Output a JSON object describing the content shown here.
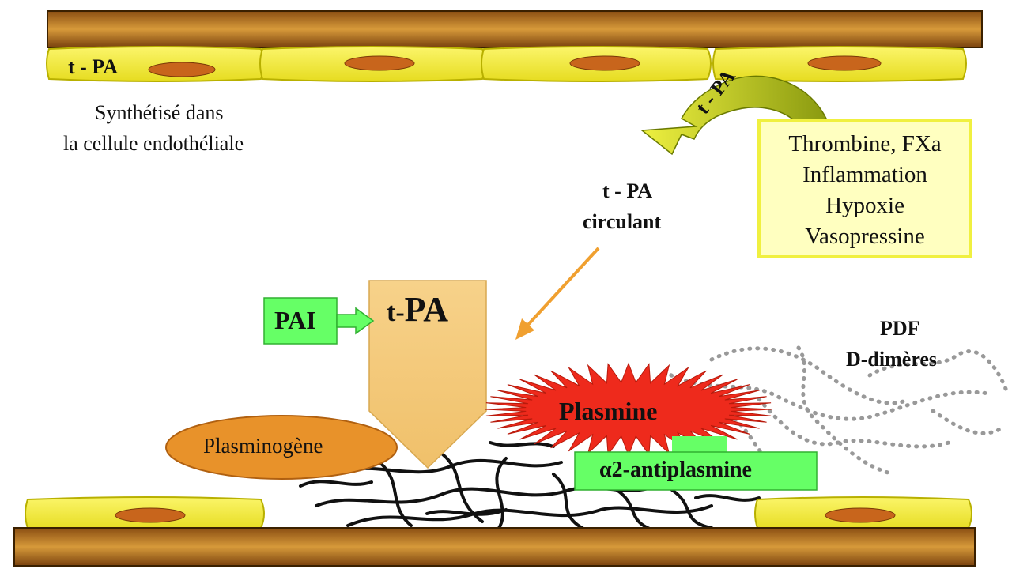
{
  "labels": {
    "tpa_top": "t - PA",
    "synth_line1": "Synthétisé dans",
    "synth_line2": "la cellule endothéliale",
    "tpa_arrow": "t - PA",
    "tpa_circ_line1": "t - PA",
    "tpa_circ_line2": "circulant",
    "stimuli": [
      "Thrombine, FXa",
      "Inflammation",
      "Hypoxie",
      "Vasopressine"
    ],
    "pai": "PAI",
    "tpa_block_prefix": "t-",
    "tpa_block_main": "PA",
    "plasminogene": "Plasminogène",
    "plasmine": "Plasmine",
    "antiplasmine": "α2-antiplasmine",
    "pdf_line1": "PDF",
    "pdf_line2": "D-dimères"
  },
  "colors": {
    "vessel_wall": "#c98a2e",
    "endothelial_cell": "#f5ef3a",
    "nucleus": "#c8651c",
    "stimuli_box_fill": "#ffffc0",
    "stimuli_box_border": "#f0f040",
    "green_label": "#66ff66",
    "tpa_block": "#f5c878",
    "plasminogen": "#e8922a",
    "plasmin_burst": "#ee2a1c",
    "circulating_arrow": "#f0a030",
    "curved_arrow": "#c8d81c",
    "fibrin": "#111111",
    "fdp_dots": "#999999"
  }
}
